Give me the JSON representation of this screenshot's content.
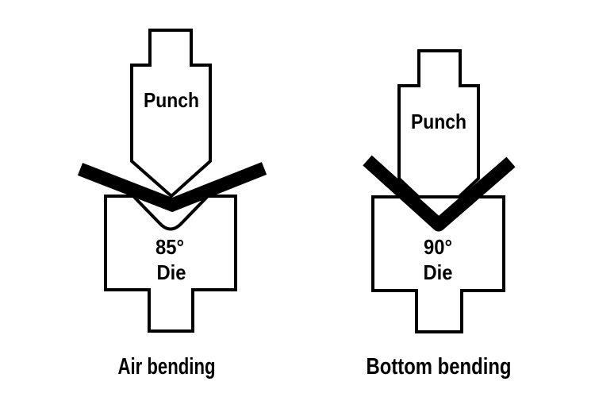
{
  "colors": {
    "ink": "#000000",
    "background": "#ffffff"
  },
  "figures": [
    {
      "id": "air-bending",
      "punch_label": "Punch",
      "die_angle": "85°",
      "die_label": "Die",
      "caption": "Air bending"
    },
    {
      "id": "bottom-bending",
      "punch_label": "Punch",
      "die_angle": "90°",
      "die_label": "Die",
      "caption": "Bottom bending"
    }
  ]
}
